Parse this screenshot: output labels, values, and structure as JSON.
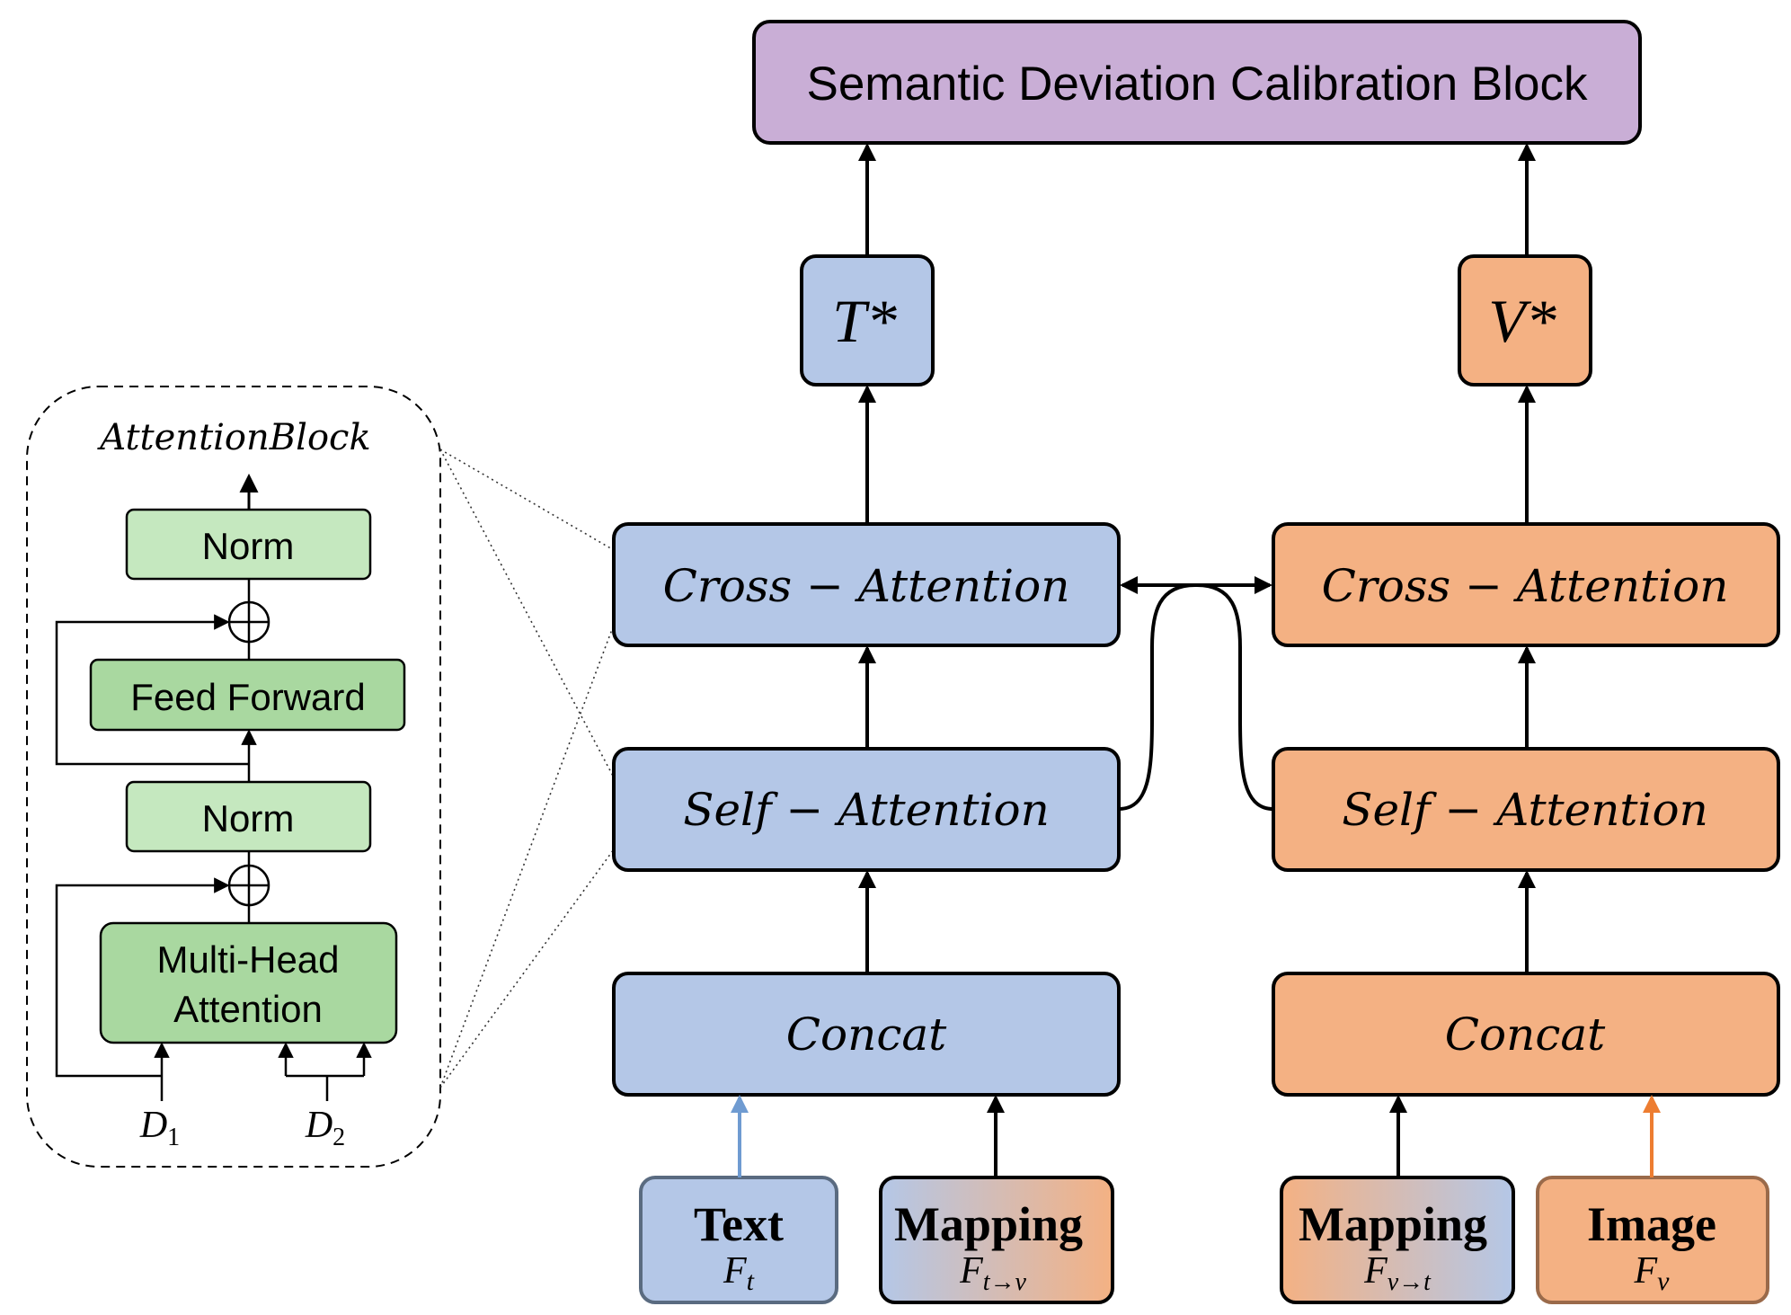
{
  "blocks": {
    "calibration": "Semantic Deviation Calibration Block",
    "t_star": "T*",
    "v_star": "V*",
    "text_cross": "Cross − Attention",
    "text_self": "Self − Attention",
    "text_concat": "Concat",
    "image_cross": "Cross − Attention",
    "image_self": "Self − Attention",
    "image_concat": "Concat"
  },
  "inputs": {
    "text": {
      "label": "Text",
      "symbol": "F",
      "sub": "t"
    },
    "mapping_tv": {
      "label": "Mapping",
      "symbol": "F",
      "sub": "t→v"
    },
    "mapping_vt": {
      "label": "Mapping",
      "symbol": "F",
      "sub": "v→t"
    },
    "image": {
      "label": "Image",
      "symbol": "F",
      "sub": "v"
    }
  },
  "attention_block": {
    "title": "AttentionBlock",
    "norm_top": "Norm",
    "feed_forward": "Feed Forward",
    "norm_bottom": "Norm",
    "mha_line1": "Multi-Head",
    "mha_line2": "Attention",
    "d1": {
      "symbol": "D",
      "sub": "1"
    },
    "d2": {
      "symbol": "D",
      "sub": "2"
    }
  },
  "colors": {
    "text_branch": "#b4c7e7",
    "image_branch": "#f4b183",
    "calibration": "#c9aed6",
    "norm": "#c5e8bf",
    "feed_forward": "#a9d8a0",
    "text_arrow": "#6f9bd1",
    "image_arrow": "#ed7d31"
  }
}
